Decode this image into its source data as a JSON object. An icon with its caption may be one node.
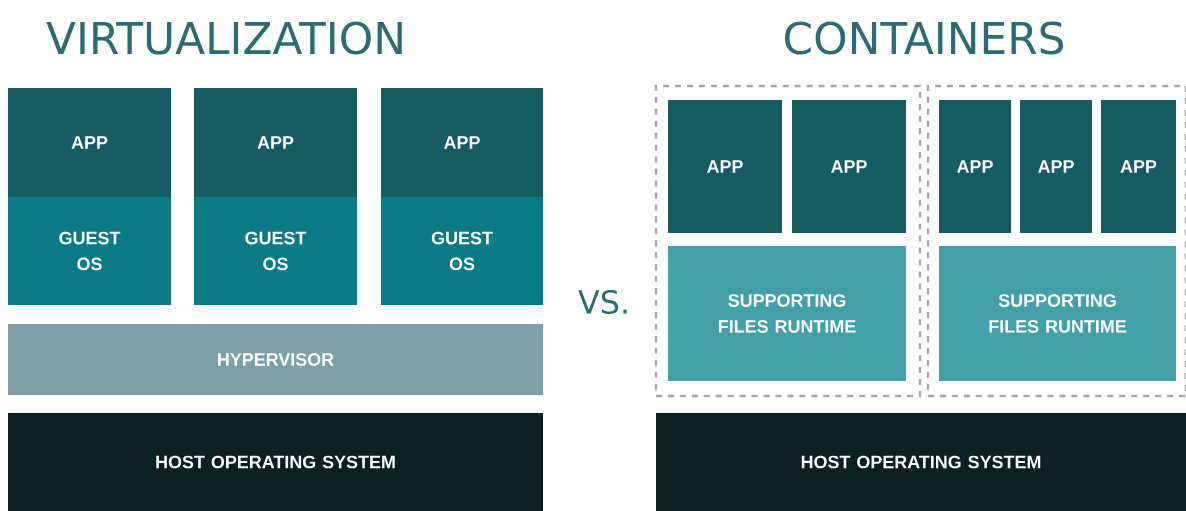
{
  "diagram": {
    "nodes": [
      {
        "text": [
          "APP"
        ]
      },
      {
        "text": [
          "GUEST OS"
        ]
      },
      {
        "text": [
          "APP"
        ]
      },
      {
        "text": [
          "GUEST OS"
        ]
      },
      {
        "text": [
          "APP"
        ]
      },
      {
        "text": [
          "GUEST OS"
        ]
      },
      {
        "text": [
          "HYPERVISOR"
        ]
      },
      {
        "text": [
          "HOST OPERATING SYSTEM"
        ]
      },
      {
        "text": [],
        "shape": "box"
      },
      {
        "text": [
          "APP"
        ],
        "in": 8
      },
      {
        "text": [
          "APP"
        ],
        "in": 8
      },
      {
        "text": [
          "SUPPORTING FILES RUNTIME"
        ],
        "in": 8
      },
      {
        "text": [],
        "shape": "box"
      },
      {
        "text": [
          "APP"
        ],
        "in": 12
      },
      {
        "text": [
          "APP"
        ],
        "in": 12
      },
      {
        "text": [
          "APP"
        ],
        "in": 12
      },
      {
        "text": [
          "SUPPORTING FILES RUNTIME"
        ],
        "in": 12
      },
      {
        "text": [
          "HOST OPERATING SYSTEM"
        ]
      }
    ],
    "labels": [
      "VIRTUALIZATION",
      "VS.",
      "CONTAINERS"
    ]
  }
}
